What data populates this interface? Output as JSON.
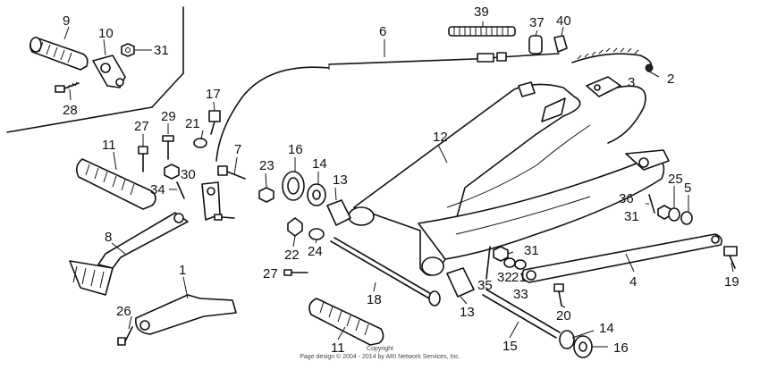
{
  "labels": [
    "9",
    "10",
    "31",
    "28",
    "6",
    "39",
    "37",
    "40",
    "2",
    "3",
    "17",
    "21",
    "27",
    "29",
    "30",
    "11",
    "34",
    "7",
    "23",
    "16",
    "14",
    "13",
    "12",
    "25",
    "5",
    "36",
    "31",
    "8",
    "22",
    "24",
    "27",
    "18",
    "31",
    "32",
    "21",
    "33",
    "35",
    "4",
    "19",
    "1",
    "26",
    "13",
    "20",
    "14",
    "16",
    "15",
    "11"
  ],
  "footer": {
    "line1": "Copyright",
    "line2": "Page design © 2004 - 2014 by ARI Network Services, Inc."
  }
}
